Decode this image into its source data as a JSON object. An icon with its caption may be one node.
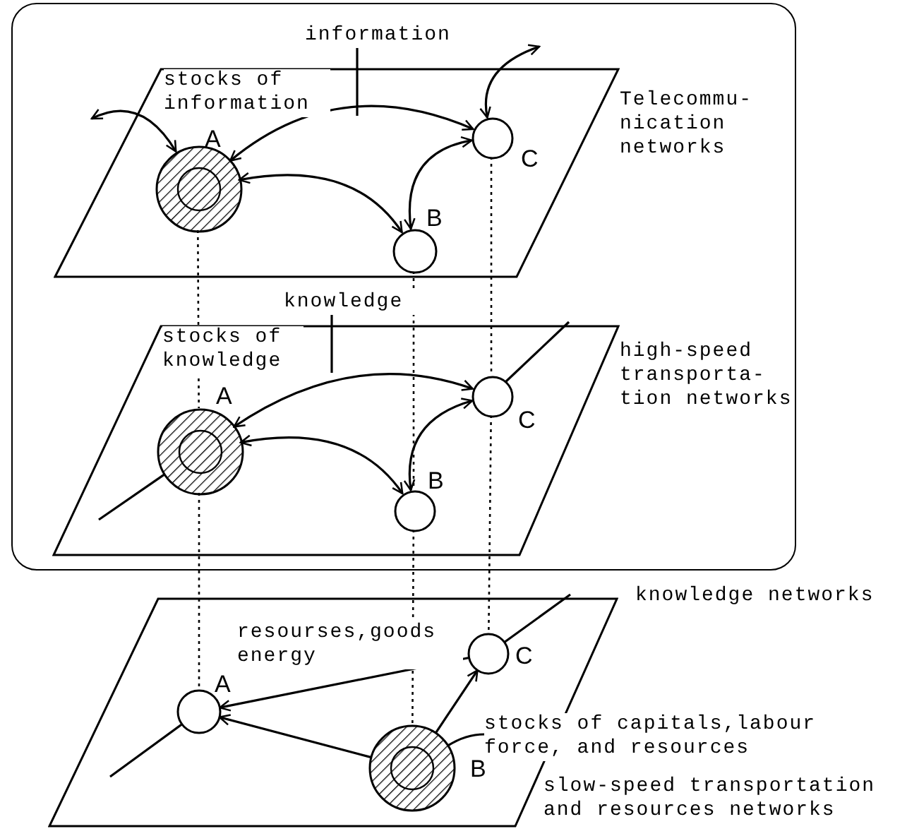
{
  "diagram": {
    "nodes": [
      {
        "text": [],
        "shape": "box"
      },
      {
        "text": [
          "Telecommu- nication networks"
        ],
        "in": 0
      },
      {
        "text": [
          "information"
        ],
        "in": 0
      },
      {
        "text": [
          "A"
        ],
        "in": 1
      },
      {
        "text": [
          "B"
        ],
        "in": 1
      },
      {
        "text": [
          "C"
        ],
        "in": 1
      },
      {
        "text": [
          "high-speed transporta- tion networks"
        ],
        "in": 0
      },
      {
        "text": [
          "knowledge"
        ],
        "in": 0
      },
      {
        "text": [
          "A"
        ],
        "in": 6
      },
      {
        "text": [
          "B"
        ],
        "in": 6
      },
      {
        "text": [
          "C"
        ],
        "in": 6
      },
      {
        "text": [
          "slow-speed transportation and resources networks"
        ]
      },
      {
        "text": [
          "A"
        ],
        "in": 11
      },
      {
        "text": [
          "B"
        ],
        "in": 11
      },
      {
        "text": [
          "stocks of capitals,labour force, and resources"
        ]
      },
      {
        "text": [
          "C"
        ],
        "in": 11
      }
    ],
    "edges": [
      {
        "from": null,
        "to": 3,
        "arrow": "both"
      },
      {
        "from": 3,
        "to": 5,
        "arrow": "both"
      },
      {
        "from": 3,
        "to": 4,
        "arrow": "both"
      },
      {
        "from": 4,
        "to": 5,
        "arrow": "both"
      },
      {
        "from": 5,
        "to": null,
        "arrow": "both"
      },
      {
        "from": 2,
        "to": null,
        "arrow": "none"
      },
      {
        "from": null,
        "to": 8,
        "arrow": "none"
      },
      {
        "from": 8,
        "to": 10,
        "arrow": "both"
      },
      {
        "from": 8,
        "to": 9,
        "arrow": "both"
      },
      {
        "from": 9,
        "to": 10,
        "arrow": "both"
      },
      {
        "from": 10,
        "to": null,
        "arrow": "none"
      },
      {
        "from": 7,
        "to": null,
        "arrow": "none"
      },
      {
        "from": null,
        "to": 12,
        "arrow": "none"
      },
      {
        "from": 15,
        "to": 12,
        "arrow": "to"
      },
      {
        "from": 13,
        "to": 12,
        "arrow": "to"
      },
      {
        "from": 13,
        "to": 15,
        "arrow": "to"
      },
      {
        "from": 15,
        "to": null,
        "arrow": "none"
      },
      {
        "from": 14,
        "to": 13,
        "arrow": "none"
      },
      {
        "from": 3,
        "to": 8,
        "arrow": "none",
        "style": "dashed"
      },
      {
        "from": 8,
        "to": 12,
        "arrow": "none",
        "style": "dashed"
      },
      {
        "from": 4,
        "to": 9,
        "arrow": "none",
        "style": "dashed"
      },
      {
        "from": 9,
        "to": 13,
        "arrow": "none",
        "style": "dashed"
      },
      {
        "from": 5,
        "to": 10,
        "arrow": "none",
        "style": "dashed"
      },
      {
        "from": 10,
        "to": 15,
        "arrow": "none",
        "style": "dashed"
      }
    ],
    "labels": [
      "stocks of information",
      "stocks of knowledge",
      "knowledge networks",
      "resourses,goods energy"
    ]
  }
}
